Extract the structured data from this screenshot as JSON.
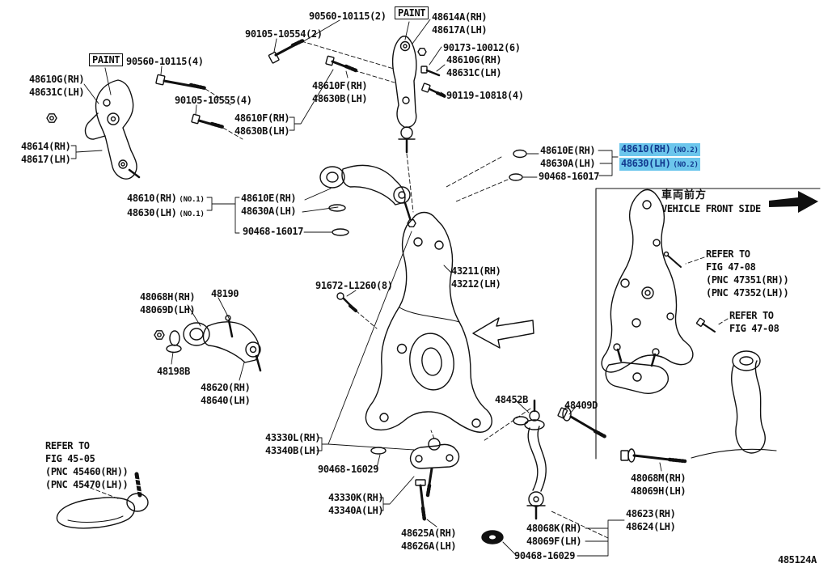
{
  "figure": {
    "code": "485124A"
  },
  "paint": "PAINT",
  "front_side": {
    "jp": "車両前方",
    "en": "VEHICLE FRONT SIDE"
  },
  "refer": {
    "refer_to": "REFER TO",
    "fig_47_08": "FIG 47-08",
    "pnc_47351": "(PNC 47351(RH))",
    "pnc_47352": "(PNC 47352(LH))",
    "fig_45_05": "FIG 45-05",
    "pnc_45460": "(PNC 45460(RH))",
    "pnc_45470": "(PNC 45470(LH))"
  },
  "parts": {
    "p90560_2": "90560-10115(2)",
    "p90560_4": "90560-10115(4)",
    "p90105_10554": "90105-10554(2)",
    "p90105_10555": "90105-10555(4)",
    "p90173": "90173-10012(6)",
    "p90119": "90119-10818(4)",
    "p48614A": "48614A(RH)",
    "p48617A": "48617A(LH)",
    "p48610G": "48610G(RH)",
    "p48631C": "48631C(LH)",
    "p48610F": "48610F(RH)",
    "p48630B": "48630B(LH)",
    "p48614": "48614(RH)",
    "p48617": "48617(LH)",
    "p48610E": "48610E(RH)",
    "p48630A": "48630A(LH)",
    "p48610": "48610(RH)",
    "p48630": "48630(LH)",
    "no1": "(NO.1)",
    "no2": "(NO.2)",
    "p90468_16017": "90468-16017",
    "p90468_16029": "90468-16029",
    "p43211": "43211(RH)",
    "p43212": "43212(LH)",
    "p91672": "91672-L1260(8)",
    "p48068H": "48068H(RH)",
    "p48069D": "48069D(LH)",
    "p48190": "48190",
    "p48198B": "48198B",
    "p48620": "48620(RH)",
    "p48640": "48640(LH)",
    "p43330L": "43330L(RH)",
    "p43340B": "43340B(LH)",
    "p43330K": "43330K(RH)",
    "p43340A": "43340A(LH)",
    "p48452B": "48452B",
    "p48409D": "48409D",
    "p48068M": "48068M(RH)",
    "p48069H": "48069H(LH)",
    "p48623": "48623(RH)",
    "p48624": "48624(LH)",
    "p48068K": "48068K(RH)",
    "p48069F": "48069F(LH)",
    "p48625A": "48625A(RH)",
    "p48626A": "48626A(LH)"
  },
  "colors": {
    "ink": "#101010",
    "highlight_bg": "#6cc6ec",
    "highlight_fg": "#123a8f"
  }
}
